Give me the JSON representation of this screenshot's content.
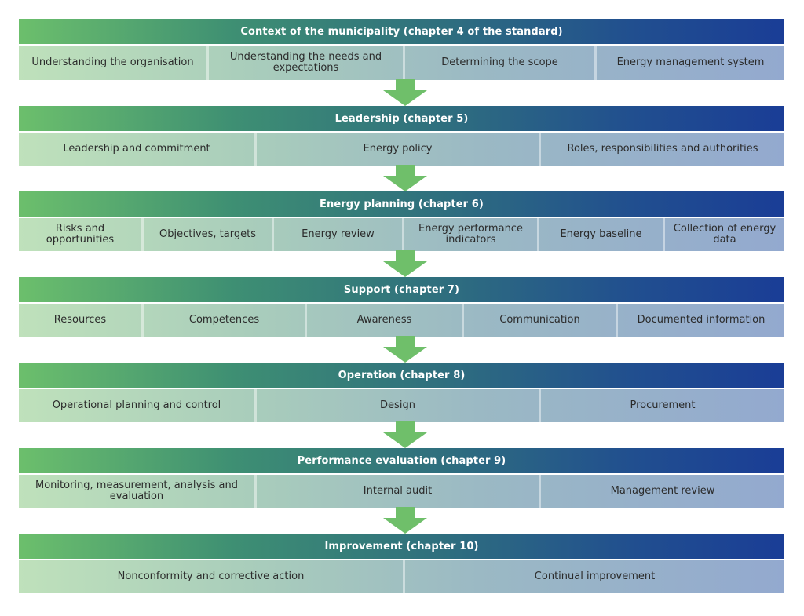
{
  "sections": [
    {
      "header": "Context of the municipality (chapter 4 of the standard)",
      "items": [
        "Understanding the organisation",
        "Understanding the needs and expectations",
        "Determining the scope",
        "Energy management system"
      ]
    },
    {
      "header": "Leadership (chapter 5)",
      "items": [
        "Leadership and commitment",
        "Energy policy",
        "Roles, responsibilities and authorities"
      ]
    },
    {
      "header": "Energy planning (chapter 6)",
      "items": [
        "Risks and opportunities",
        "Objectives, targets",
        "Energy review",
        "Energy performance indicators",
        "Energy baseline",
        "Collection of energy data"
      ]
    },
    {
      "header": "Support (chapter 7)",
      "items": [
        "Resources",
        "Competences",
        "Awareness",
        "Communication",
        "Documented information"
      ]
    },
    {
      "header": "Operation (chapter 8)",
      "items": [
        "Operational planning and control",
        "Design",
        "Procurement"
      ]
    },
    {
      "header": "Performance evaluation (chapter 9)",
      "items": [
        "Monitoring, measurement, analysis and evaluation",
        "Internal audit",
        "Management review"
      ]
    },
    {
      "header": "Improvement (chapter 10)",
      "items": [
        "Nonconformity and corrective action",
        "Continual improvement"
      ]
    }
  ],
  "colors": {
    "arrow": "#6fbf6a",
    "header_start": "#6cbf6c",
    "header_end": "#1a3d96"
  }
}
